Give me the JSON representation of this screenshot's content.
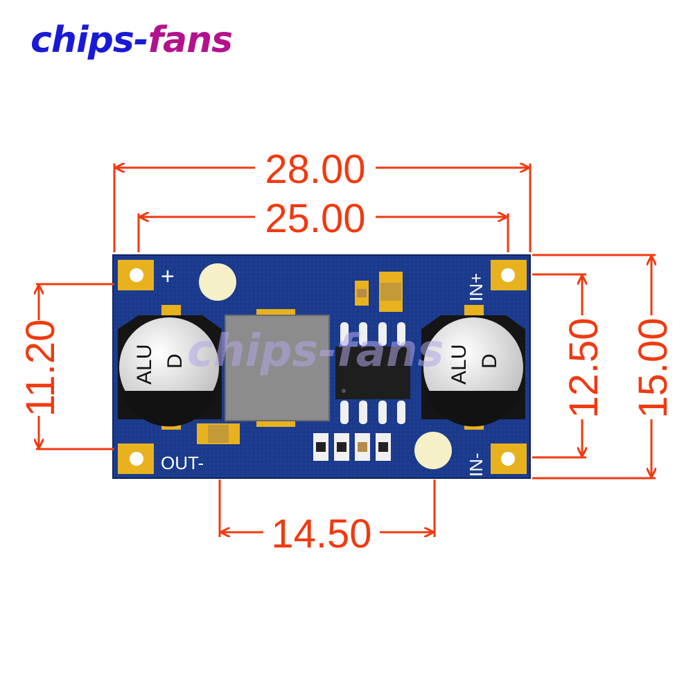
{
  "brand": {
    "part1": "chips-",
    "part2": "fans",
    "color1": "#1a1ad6",
    "color2": "#b4128c"
  },
  "watermark": "chips-fans",
  "dimensions": {
    "width_total": "28.00",
    "width_holes": "25.00",
    "left_height": "11.20",
    "right_inner": "12.50",
    "right_total": "15.00",
    "bottom_span": "14.50",
    "color": "#f03a10"
  },
  "board": {
    "color": "#1b3a8c",
    "pad_color": "#e8b21e",
    "silk": {
      "plus": "+",
      "out_minus": "OUT-",
      "in_plus": "IN+",
      "in_minus": "IN-"
    },
    "cap_left": {
      "line1": "ALU",
      "line2": "D"
    },
    "cap_right": {
      "line1": "ALU",
      "line2": "D"
    }
  }
}
